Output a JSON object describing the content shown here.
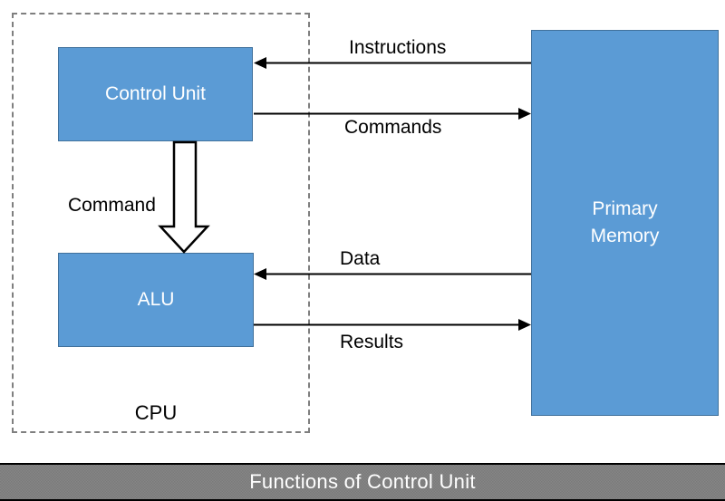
{
  "diagram": {
    "group_label": "CPU",
    "boxes": [
      {
        "id": "control-unit",
        "label": "Control Unit"
      },
      {
        "id": "alu",
        "label": "ALU"
      },
      {
        "id": "primary-memory",
        "label": "Primary Memory"
      }
    ],
    "flows": [
      {
        "label": "Instructions",
        "from": "Primary Memory",
        "to": "Control Unit"
      },
      {
        "label": "Commands",
        "from": "Control Unit",
        "to": "Primary Memory"
      },
      {
        "label": "Command",
        "from": "Control Unit",
        "to": "ALU"
      },
      {
        "label": "Data",
        "from": "Primary Memory",
        "to": "ALU"
      },
      {
        "label": "Results",
        "from": "ALU",
        "to": "Primary Memory"
      }
    ],
    "colors": {
      "box_fill": "#5b9bd5",
      "box_border": "#41719c",
      "arrow": "#000000",
      "dashed_border": "#7f7f7f"
    }
  },
  "footer": {
    "title": "Functions of Control Unit",
    "background": "#808080",
    "text_color": "#ffffff"
  }
}
